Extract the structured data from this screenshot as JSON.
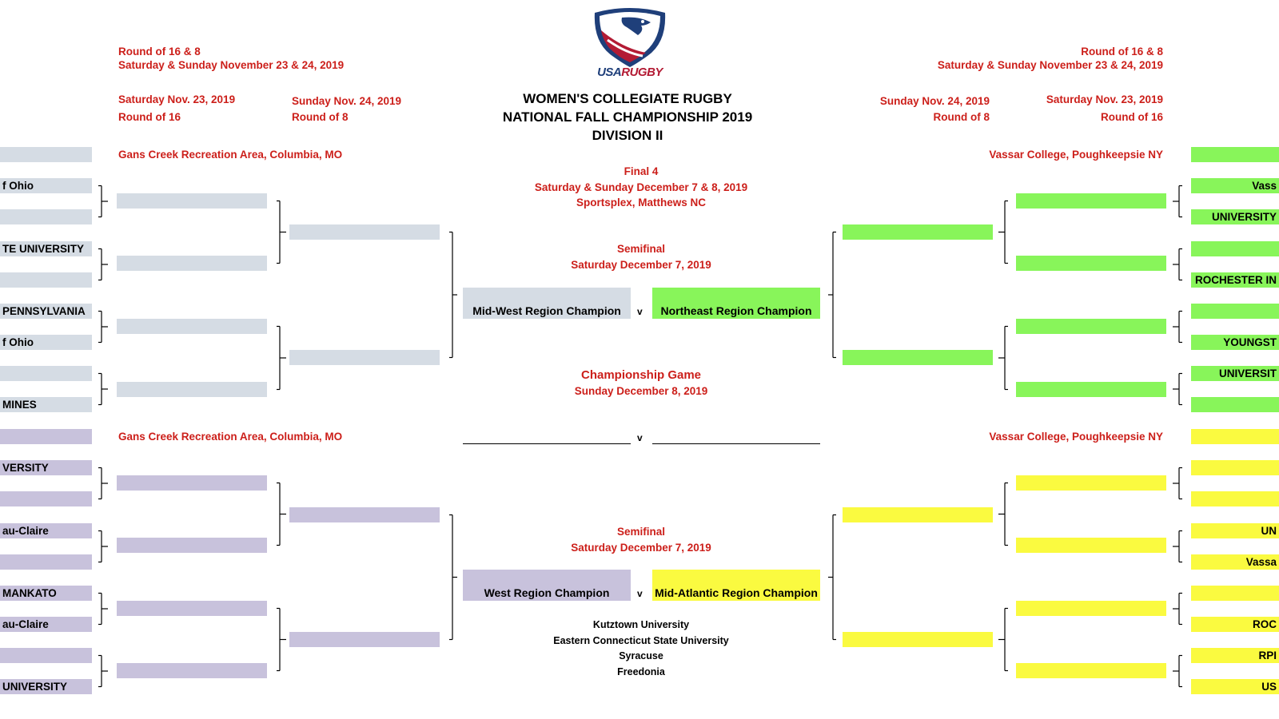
{
  "colors": {
    "midwest": "#d5dce4",
    "west": "#c8c2dc",
    "northeast": "#88f55a",
    "midatlantic": "#fafa40",
    "red_text": "#cc1f1a"
  },
  "logo": {
    "wordmark_usa": "USA",
    "wordmark_rugby": "RUGBY"
  },
  "title": {
    "line1": "WOMEN'S COLLEGIATE RUGBY",
    "line2": "NATIONAL FALL CHAMPIONSHIP 2019",
    "line3": "DIVISION II"
  },
  "left_header": {
    "line1": "Round of 16 & 8",
    "line2": "Saturday & Sunday November 23 & 24, 2019",
    "r16_date": "Saturday Nov. 23, 2019",
    "r16_label": "Round of 16",
    "r8_date": "Sunday Nov. 24, 2019",
    "r8_label": "Round of 8"
  },
  "right_header": {
    "line1": "Round of 16 & 8",
    "line2": "Saturday & Sunday November 23 & 24, 2019",
    "r8_date": "Sunday Nov. 24, 2019",
    "r8_label": "Round of 8",
    "r16_date": "Saturday Nov. 23, 2019",
    "r16_label": "Round of 16"
  },
  "venues": {
    "left_top": "Gans Creek Recreation Area, Columbia, MO",
    "left_bottom": "Gans Creek Recreation Area, Columbia, MO",
    "right_top": "Vassar College, Poughkeepsie NY",
    "right_bottom": "Vassar College, Poughkeepsie NY"
  },
  "final4": {
    "label": "Final 4",
    "dates": "Saturday & Sunday December 7 & 8, 2019",
    "venue": "Sportsplex, Matthews NC"
  },
  "semifinal_top": {
    "label": "Semifinal",
    "date": "Saturday December 7, 2019",
    "team_left": "Mid-West Region Champion",
    "team_right": "Northeast Region Champion",
    "vs": "v"
  },
  "championship": {
    "label": "Championship Game",
    "date": "Sunday December 8, 2019",
    "vs": "v"
  },
  "semifinal_bottom": {
    "label": "Semifinal",
    "date": "Saturday December 7, 2019",
    "team_left": "West Region Champion",
    "team_right": "Mid-Atlantic Region Champion",
    "vs": "v"
  },
  "final4_teams": [
    "Kutztown University",
    "Eastern Connecticut State University",
    "Syracuse",
    "Freedonia"
  ],
  "left_teams": [
    "",
    "f Ohio",
    "",
    "TE UNIVERSITY",
    "",
    "PENNSYLVANIA",
    "f Ohio",
    "",
    " MINES",
    "",
    "VERSITY",
    "",
    "au-Claire",
    "",
    "MANKATO",
    "au-Claire",
    "",
    "UNIVERSITY"
  ],
  "right_teams": [
    "",
    "Vass",
    "UNIVERSITY",
    "",
    "ROCHESTER IN",
    "",
    "YOUNGST",
    "UNIVERSIT",
    "",
    "",
    "",
    "",
    "UN",
    "Vassa",
    "",
    "ROC",
    "RPI",
    "US"
  ]
}
